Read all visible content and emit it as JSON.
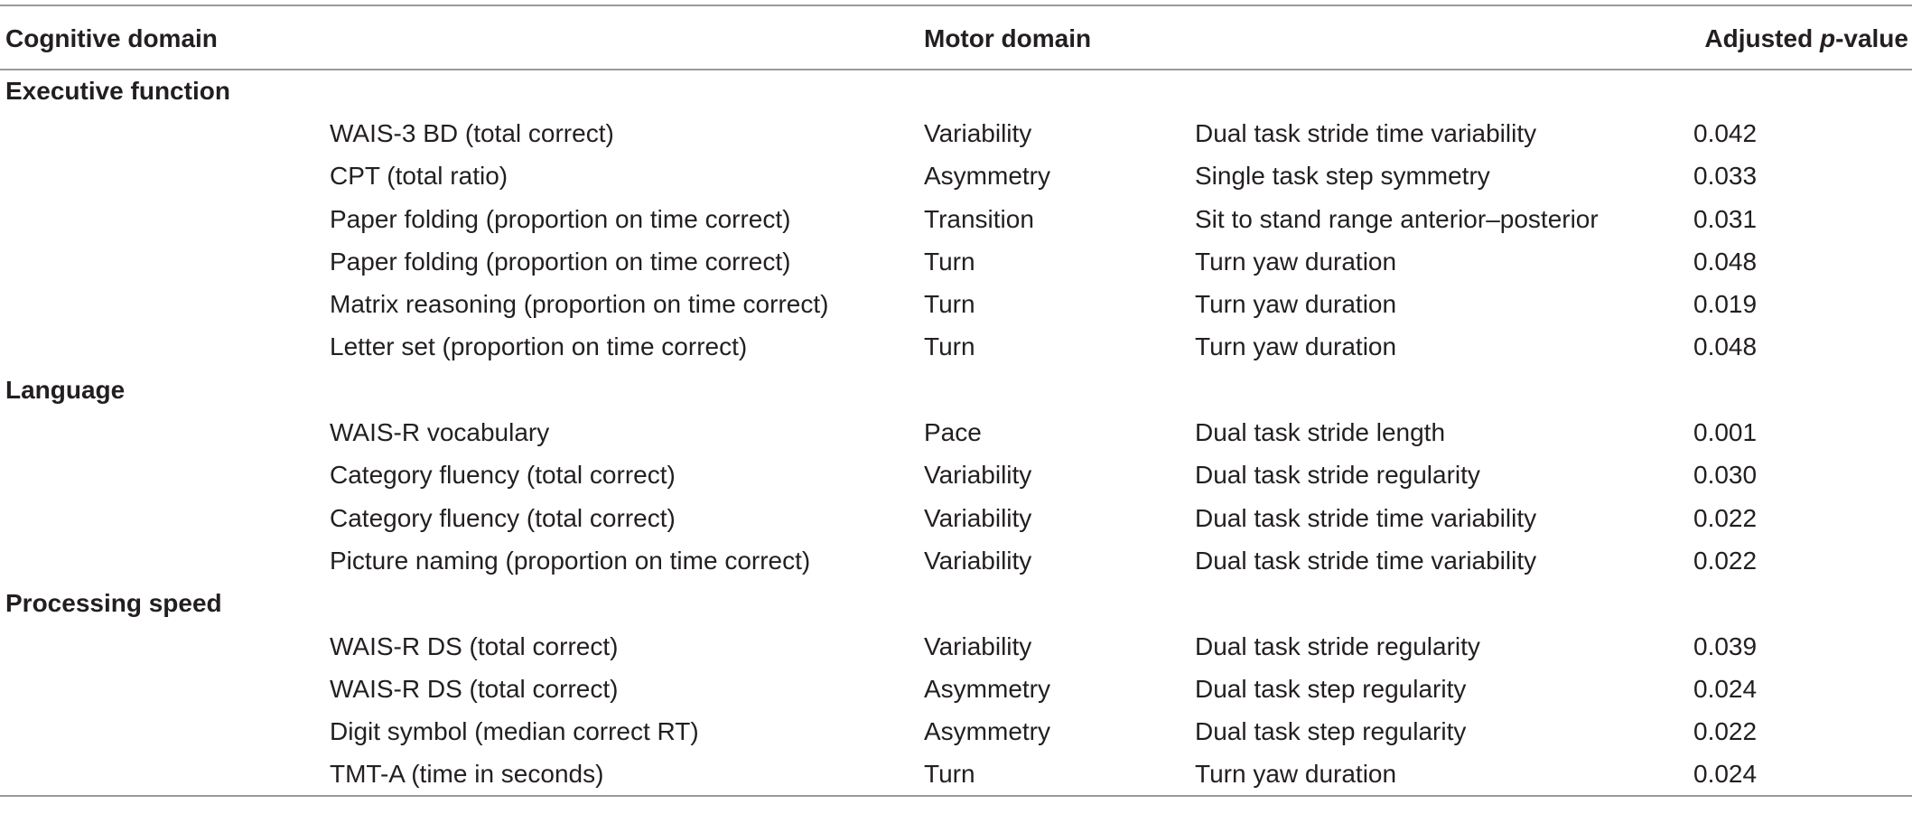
{
  "table": {
    "headers": {
      "cognitive_domain": "Cognitive domain",
      "motor_domain": "Motor domain",
      "adjusted_p_prefix": "Adjusted ",
      "adjusted_p_italic": "p",
      "adjusted_p_suffix": "-value"
    },
    "groups": [
      {
        "name": "Executive function",
        "rows": [
          {
            "test": "WAIS-3 BD (total correct)",
            "motor": "Variability",
            "metric": "Dual task stride time variability",
            "p": "0.042"
          },
          {
            "test": "CPT (total ratio)",
            "motor": "Asymmetry",
            "metric": "Single task step symmetry",
            "p": "0.033"
          },
          {
            "test": "Paper folding (proportion on time correct)",
            "motor": "Transition",
            "metric": "Sit to stand range anterior–posterior",
            "p": "0.031"
          },
          {
            "test": "Paper folding (proportion on time correct)",
            "motor": "Turn",
            "metric": "Turn yaw duration",
            "p": "0.048"
          },
          {
            "test": "Matrix reasoning (proportion on time correct)",
            "motor": "Turn",
            "metric": "Turn yaw duration",
            "p": "0.019"
          },
          {
            "test": "Letter set (proportion on time correct)",
            "motor": "Turn",
            "metric": "Turn yaw duration",
            "p": "0.048"
          }
        ]
      },
      {
        "name": "Language",
        "rows": [
          {
            "test": "WAIS-R vocabulary",
            "motor": "Pace",
            "metric": "Dual task stride length",
            "p": "0.001"
          },
          {
            "test": "Category fluency (total correct)",
            "motor": "Variability",
            "metric": "Dual task stride regularity",
            "p": "0.030"
          },
          {
            "test": "Category fluency (total correct)",
            "motor": "Variability",
            "metric": "Dual task stride time variability",
            "p": "0.022"
          },
          {
            "test": "Picture naming (proportion on time correct)",
            "motor": "Variability",
            "metric": "Dual task stride time variability",
            "p": "0.022"
          }
        ]
      },
      {
        "name": "Processing speed",
        "rows": [
          {
            "test": "WAIS-R DS (total correct)",
            "motor": "Variability",
            "metric": "Dual task stride regularity",
            "p": "0.039"
          },
          {
            "test": "WAIS-R DS (total correct)",
            "motor": "Asymmetry",
            "metric": "Dual task step regularity",
            "p": "0.024"
          },
          {
            "test": "Digit symbol (median correct RT)",
            "motor": "Asymmetry",
            "metric": "Dual task step regularity",
            "p": "0.022"
          },
          {
            "test": "TMT-A (time in seconds)",
            "motor": "Turn",
            "metric": "Turn yaw duration",
            "p": "0.024"
          }
        ]
      }
    ]
  }
}
